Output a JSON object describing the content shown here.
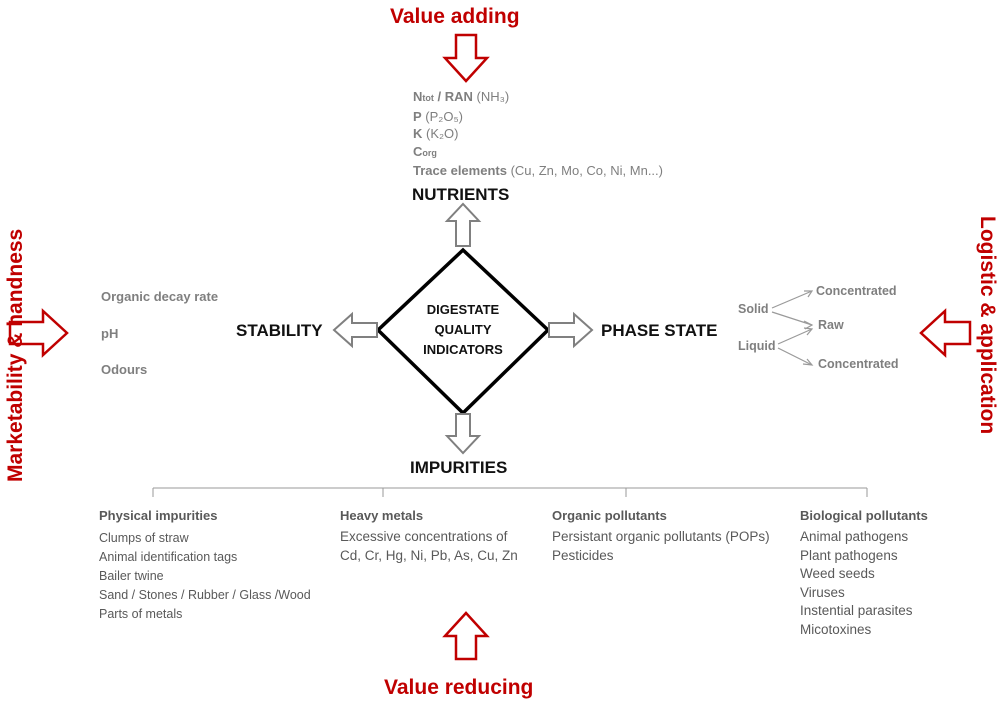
{
  "value_adding": "Value adding",
  "value_reducing": "Value reducing",
  "marketability": "Marketability & handness",
  "logistic": "Logistic & application",
  "center": {
    "line1": "DIGESTATE",
    "line2": "QUALITY",
    "line3": "INDICATORS"
  },
  "nutrients": {
    "heading": "NUTRIENTS",
    "n_bold": "N",
    "n_sub": "tot",
    "n_rest_bold": " / RAN",
    "n_extra": " (NH₃)",
    "p_bold": "P",
    "p_extra": " (P₂O₅)",
    "k_bold": "K",
    "k_extra": " (K₂O)",
    "c_bold": "C",
    "c_sub": "org",
    "trace_bold": "Trace elements",
    "trace_extra": " (Cu, Zn, Mo, Co, Ni, Mn...)"
  },
  "stability": {
    "heading": "STABILITY",
    "items": [
      "Organic decay rate",
      "pH",
      "Odours"
    ]
  },
  "phase_state": {
    "heading": "PHASE STATE",
    "solid": "Solid",
    "liquid": "Liquid",
    "concentrated_top": "Concentrated",
    "raw": "Raw",
    "concentrated_bottom": "Concentrated"
  },
  "impurities": {
    "heading": "IMPURITIES",
    "categories": [
      {
        "title": "Physical impurities",
        "items": [
          "Clumps of straw",
          "Animal identification tags",
          "Bailer twine",
          "Sand / Stones / Rubber / Glass /Wood",
          "Parts of metals"
        ]
      },
      {
        "title": "Heavy metals",
        "items": [
          "Excessive concentrations of",
          "Cd, Cr, Hg, Ni, Pb, As, Cu, Zn"
        ]
      },
      {
        "title": "Organic pollutants",
        "items": [
          "Persistant organic pollutants (POPs)",
          "Pesticides"
        ]
      },
      {
        "title": "Biological pollutants",
        "items": [
          "Animal pathogens",
          "Plant pathogens",
          "Weed seeds",
          "Viruses",
          "Instential parasites",
          "Micotoxines"
        ]
      }
    ]
  },
  "colors": {
    "accent": "#c00000",
    "arrow_grey": "#808080",
    "text_grey": "#7f7f7f"
  }
}
